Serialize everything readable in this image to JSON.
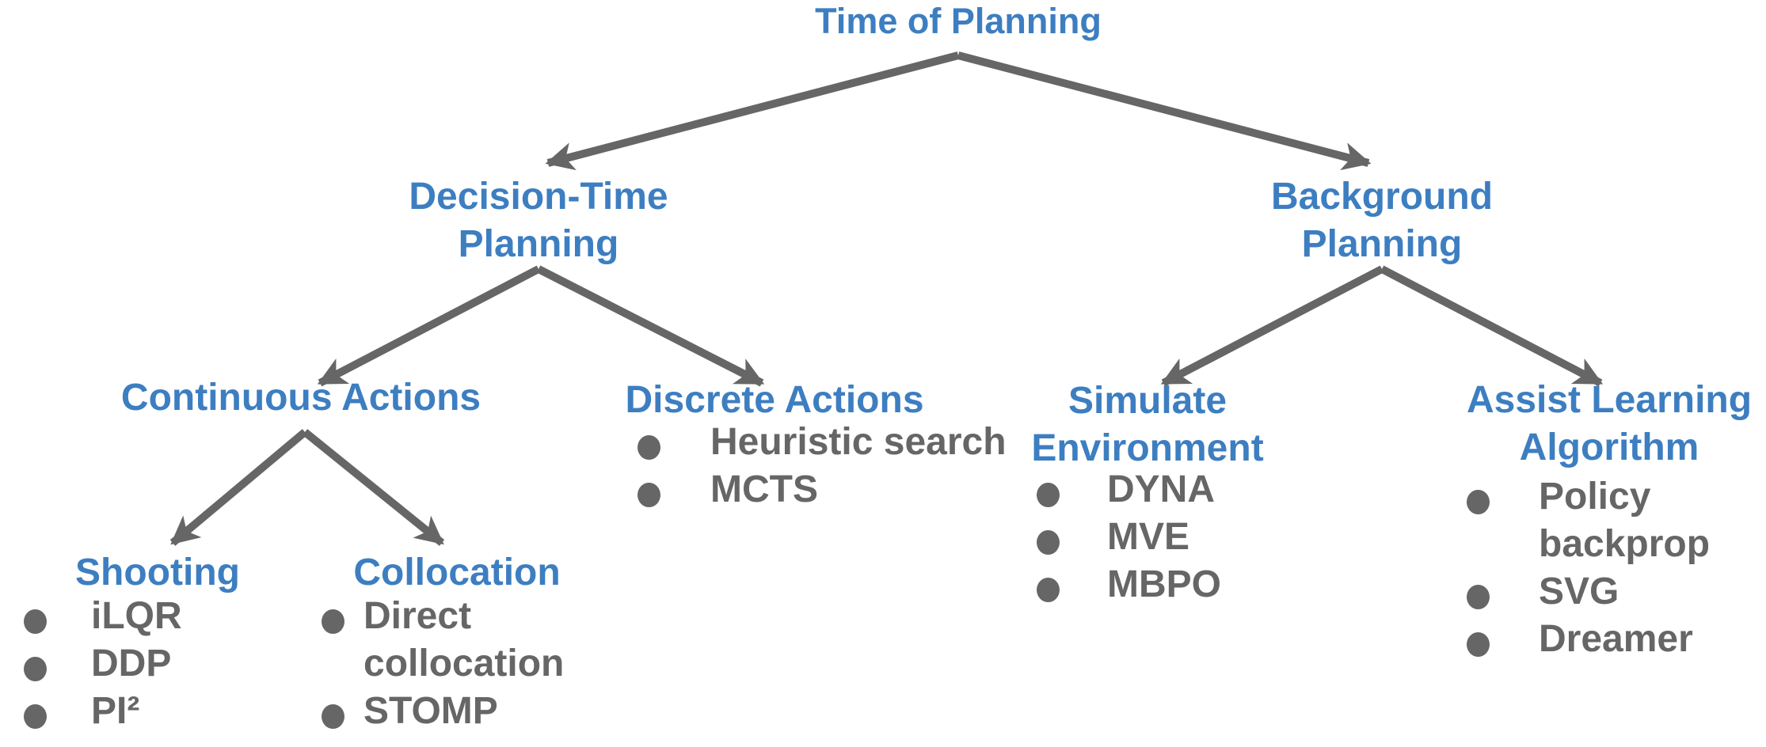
{
  "colors": {
    "heading_blue": "#3d7ec1",
    "text_gray": "#666666",
    "arrow_gray": "#666666",
    "background": "#ffffff"
  },
  "nodes": {
    "root": {
      "title": "Time of Planning"
    },
    "decision_time": {
      "title": "Decision-Time Planning"
    },
    "background": {
      "title": "Background Planning"
    },
    "continuous": {
      "title": "Continuous Actions"
    },
    "discrete": {
      "title": "Discrete Actions",
      "items": [
        "Heuristic search",
        "MCTS"
      ]
    },
    "shooting": {
      "title": "Shooting",
      "items": [
        "iLQR",
        "DDP",
        "PI²"
      ]
    },
    "collocation": {
      "title": "Collocation",
      "items": [
        "Direct collocation",
        "STOMP"
      ]
    },
    "simulate": {
      "title": "Simulate Environment",
      "items": [
        "DYNA",
        "MVE",
        "MBPO"
      ]
    },
    "assist": {
      "title": "Assist Learning Algorithm",
      "items": [
        "Policy backprop",
        "SVG",
        "Dreamer"
      ]
    }
  }
}
